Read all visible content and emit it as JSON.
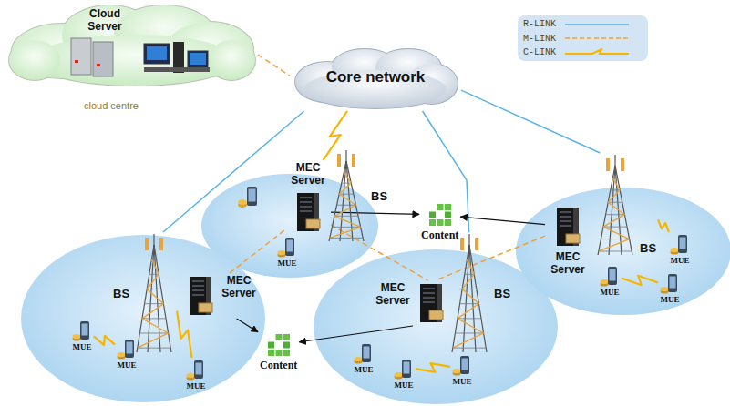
{
  "diagram": {
    "nodes": [
      {
        "text": [
          "Cloud Server",
          "cloud centre"
        ]
      },
      {
        "text": [
          "Core network"
        ]
      },
      {
        "text": [
          "MEC Server"
        ]
      },
      {
        "text": [
          "BS"
        ]
      },
      {
        "text": [
          "MUE"
        ]
      },
      {
        "text": [
          "Content"
        ]
      },
      {
        "text": [
          "MEC Server"
        ]
      },
      {
        "text": [
          "BS"
        ]
      },
      {
        "text": [
          "MUE"
        ]
      },
      {
        "text": [
          "MUE"
        ]
      },
      {
        "text": [
          "MUE"
        ]
      },
      {
        "text": [
          "BS"
        ]
      },
      {
        "text": [
          "MEC Server"
        ]
      },
      {
        "text": [
          "MUE"
        ]
      },
      {
        "text": [
          "MUE"
        ]
      },
      {
        "text": [
          "MUE"
        ]
      },
      {
        "text": [
          "Content"
        ]
      },
      {
        "text": [
          "MEC Server"
        ]
      },
      {
        "text": [
          "BS"
        ]
      },
      {
        "text": [
          "MUE"
        ]
      },
      {
        "text": [
          "MUE"
        ]
      },
      {
        "text": [
          "MUE"
        ]
      }
    ],
    "edges": [
      {
        "from": 0,
        "to": 1,
        "arrow": "none"
      },
      {
        "from": 1,
        "to": 11,
        "arrow": "none"
      },
      {
        "from": 1,
        "to": 18,
        "arrow": "none"
      },
      {
        "from": 1,
        "to": 7,
        "arrow": "none"
      },
      {
        "from": 1,
        "to": 2,
        "arrow": "none"
      },
      {
        "from": 2,
        "to": 5,
        "arrow": "to"
      },
      {
        "from": 6,
        "to": 5,
        "arrow": "to"
      },
      {
        "from": 12,
        "to": 16,
        "arrow": "to"
      },
      {
        "from": 17,
        "to": 16,
        "arrow": "to"
      },
      {
        "from": 12,
        "to": 2,
        "arrow": "none"
      },
      {
        "from": 2,
        "to": 17,
        "arrow": "none"
      },
      {
        "from": 6,
        "to": 17,
        "arrow": "none"
      },
      {
        "from": 7,
        "to": 8,
        "arrow": "none"
      },
      {
        "from": 11,
        "to": 15,
        "arrow": "none"
      },
      {
        "from": 13,
        "to": 14,
        "arrow": "none"
      },
      {
        "from": 20,
        "to": 21,
        "arrow": "none"
      },
      {
        "from": 9,
        "to": 10,
        "arrow": "none"
      }
    ],
    "legend": [
      {
        "text": "R-LINK"
      },
      {
        "text": "M-LINK"
      },
      {
        "text": "C-LINK"
      }
    ]
  }
}
